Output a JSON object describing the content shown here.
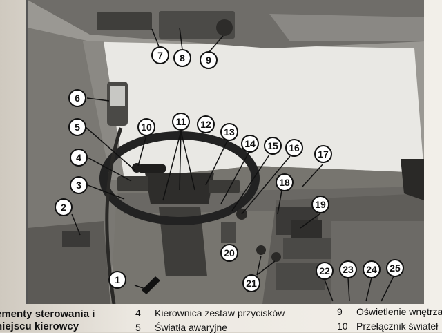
{
  "callouts": [
    {
      "label": "1"
    },
    {
      "label": "2"
    },
    {
      "label": "3"
    },
    {
      "label": "4"
    },
    {
      "label": "5"
    },
    {
      "label": "6"
    },
    {
      "label": "7"
    },
    {
      "label": "8"
    },
    {
      "label": "9"
    },
    {
      "label": "10"
    },
    {
      "label": "11"
    },
    {
      "label": "12"
    },
    {
      "label": "13"
    },
    {
      "label": "14"
    },
    {
      "label": "15"
    },
    {
      "label": "16"
    },
    {
      "label": "17"
    },
    {
      "label": "18"
    },
    {
      "label": "19"
    },
    {
      "label": "20"
    },
    {
      "label": "21"
    },
    {
      "label": "22"
    },
    {
      "label": "23"
    },
    {
      "label": "24"
    },
    {
      "label": "25"
    }
  ],
  "captions": {
    "left_line1": "ementy sterowania i",
    "left_line2": "niejscu kierowcy",
    "item4_num": "4",
    "item4_text": "Kierownica zestaw przycisków",
    "item5_num": "5",
    "item5_text": "Światła awaryjne",
    "item9_num": "9",
    "item9_text": "Oświetlenie wnętrza",
    "item10_num": "10",
    "item10_text": "Przełącznik świateł"
  }
}
